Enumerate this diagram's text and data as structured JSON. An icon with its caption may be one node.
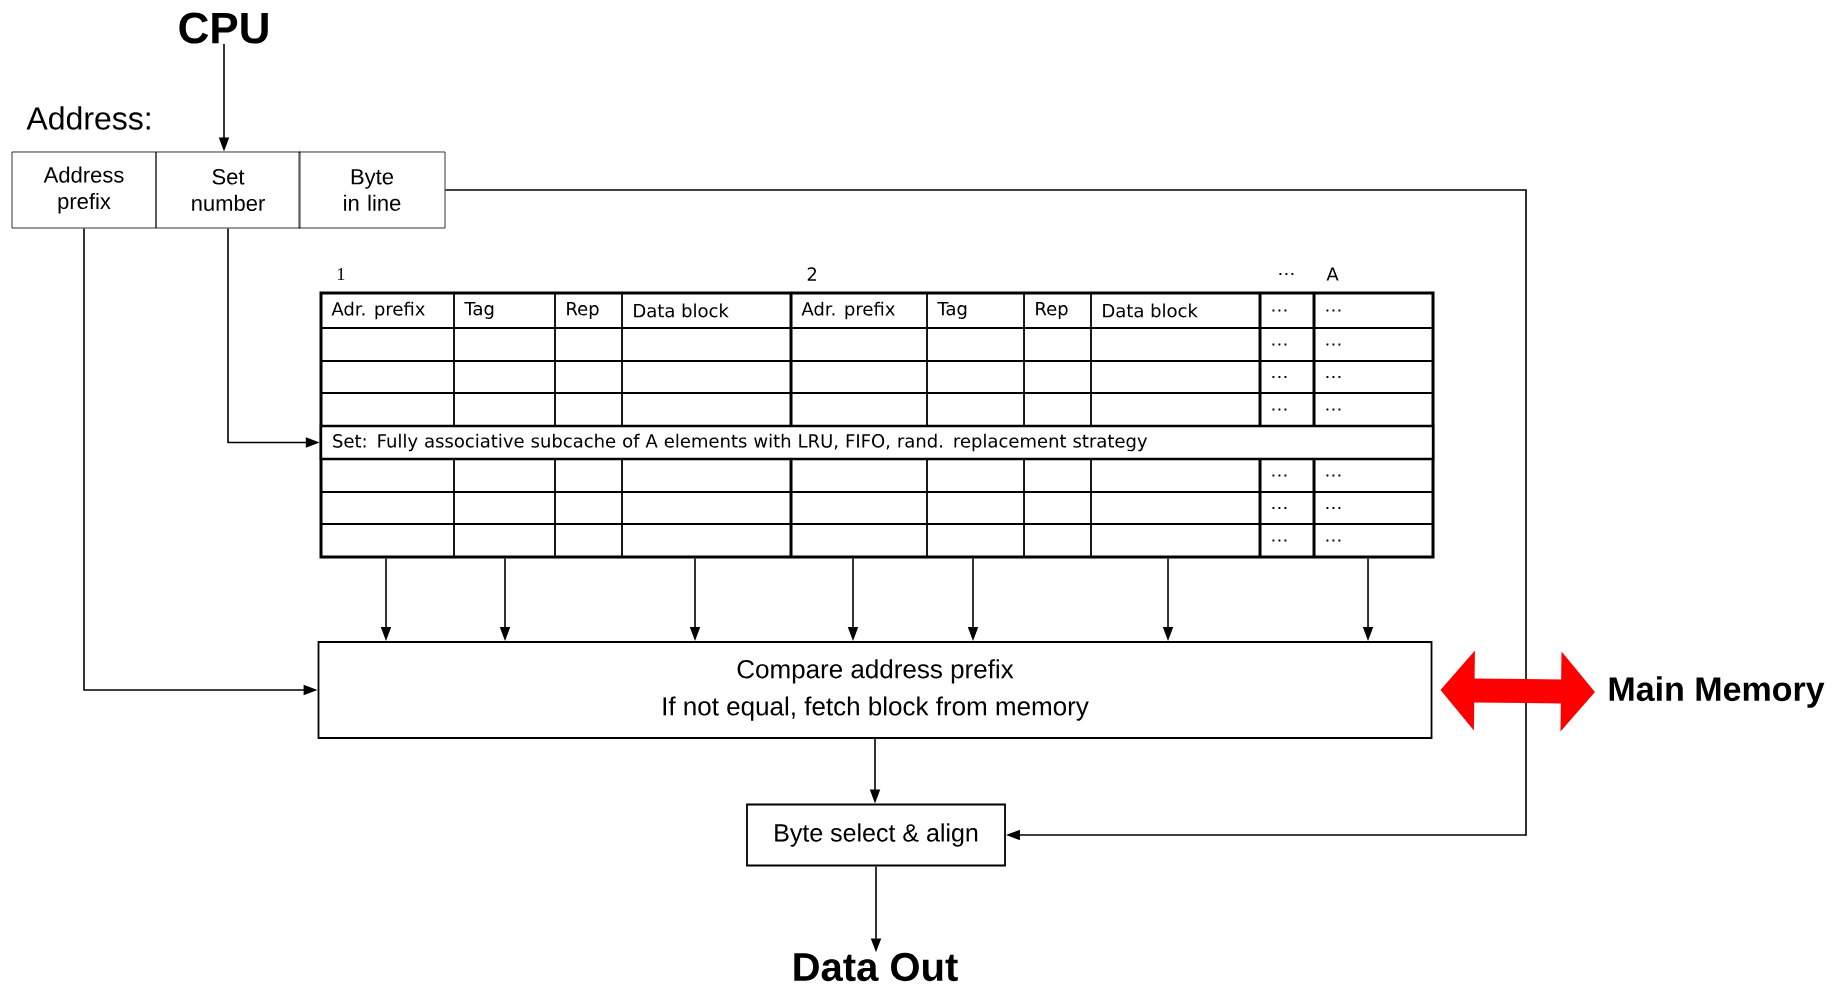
{
  "diagram": {
    "nodes": [
      {
        "text": [
          "CPU"
        ]
      },
      {
        "text": [
          "Address prefix"
        ]
      },
      {
        "text": [
          "Set number"
        ]
      },
      {
        "text": [
          "Byte in line"
        ]
      },
      {
        "text": [],
        "shape": "box"
      },
      {
        "text": [
          "Set: Fully associative subcache of A elements with LRU, FIFO, rand. replacement strategy"
        ],
        "in": 4
      },
      {
        "text": [
          "Compare address prefix",
          "If not equal, fetch block from memory"
        ]
      },
      {
        "text": [
          "Main Memory"
        ]
      },
      {
        "text": [
          "Byte select & align"
        ]
      },
      {
        "text": [
          "Data Out"
        ]
      }
    ],
    "edges": [
      {
        "from": 0,
        "to": 2,
        "arrow": "to"
      },
      {
        "from": 2,
        "to": 5,
        "arrow": "to"
      },
      {
        "from": 1,
        "to": 6,
        "arrow": "to"
      },
      {
        "from": 3,
        "to": 8,
        "arrow": "to"
      },
      {
        "from": 4,
        "to": 6,
        "arrow": "to"
      },
      {
        "from": 4,
        "to": 6,
        "arrow": "to"
      },
      {
        "from": 4,
        "to": 6,
        "arrow": "to"
      },
      {
        "from": 4,
        "to": 6,
        "arrow": "to"
      },
      {
        "from": 4,
        "to": 6,
        "arrow": "to"
      },
      {
        "from": 4,
        "to": 6,
        "arrow": "to"
      },
      {
        "from": 4,
        "to": 6,
        "arrow": "to"
      },
      {
        "from": 6,
        "to": 8,
        "arrow": "to"
      },
      {
        "from": 8,
        "to": 9,
        "arrow": "to"
      },
      {
        "from": 6,
        "to": 7,
        "arrow": "both",
        "style": "thick",
        "color": "#ff0000"
      }
    ],
    "labels": [
      "Address:",
      "1",
      "2",
      "…",
      "A",
      "Adr. prefix",
      "Tag",
      "Rep",
      "Data block",
      "Adr. prefix",
      "Tag",
      "Rep",
      "Data block",
      "…",
      "…",
      "…",
      "…",
      "…",
      "…",
      "…",
      "…",
      "…",
      "…",
      "…",
      "…",
      "…",
      "…"
    ]
  }
}
